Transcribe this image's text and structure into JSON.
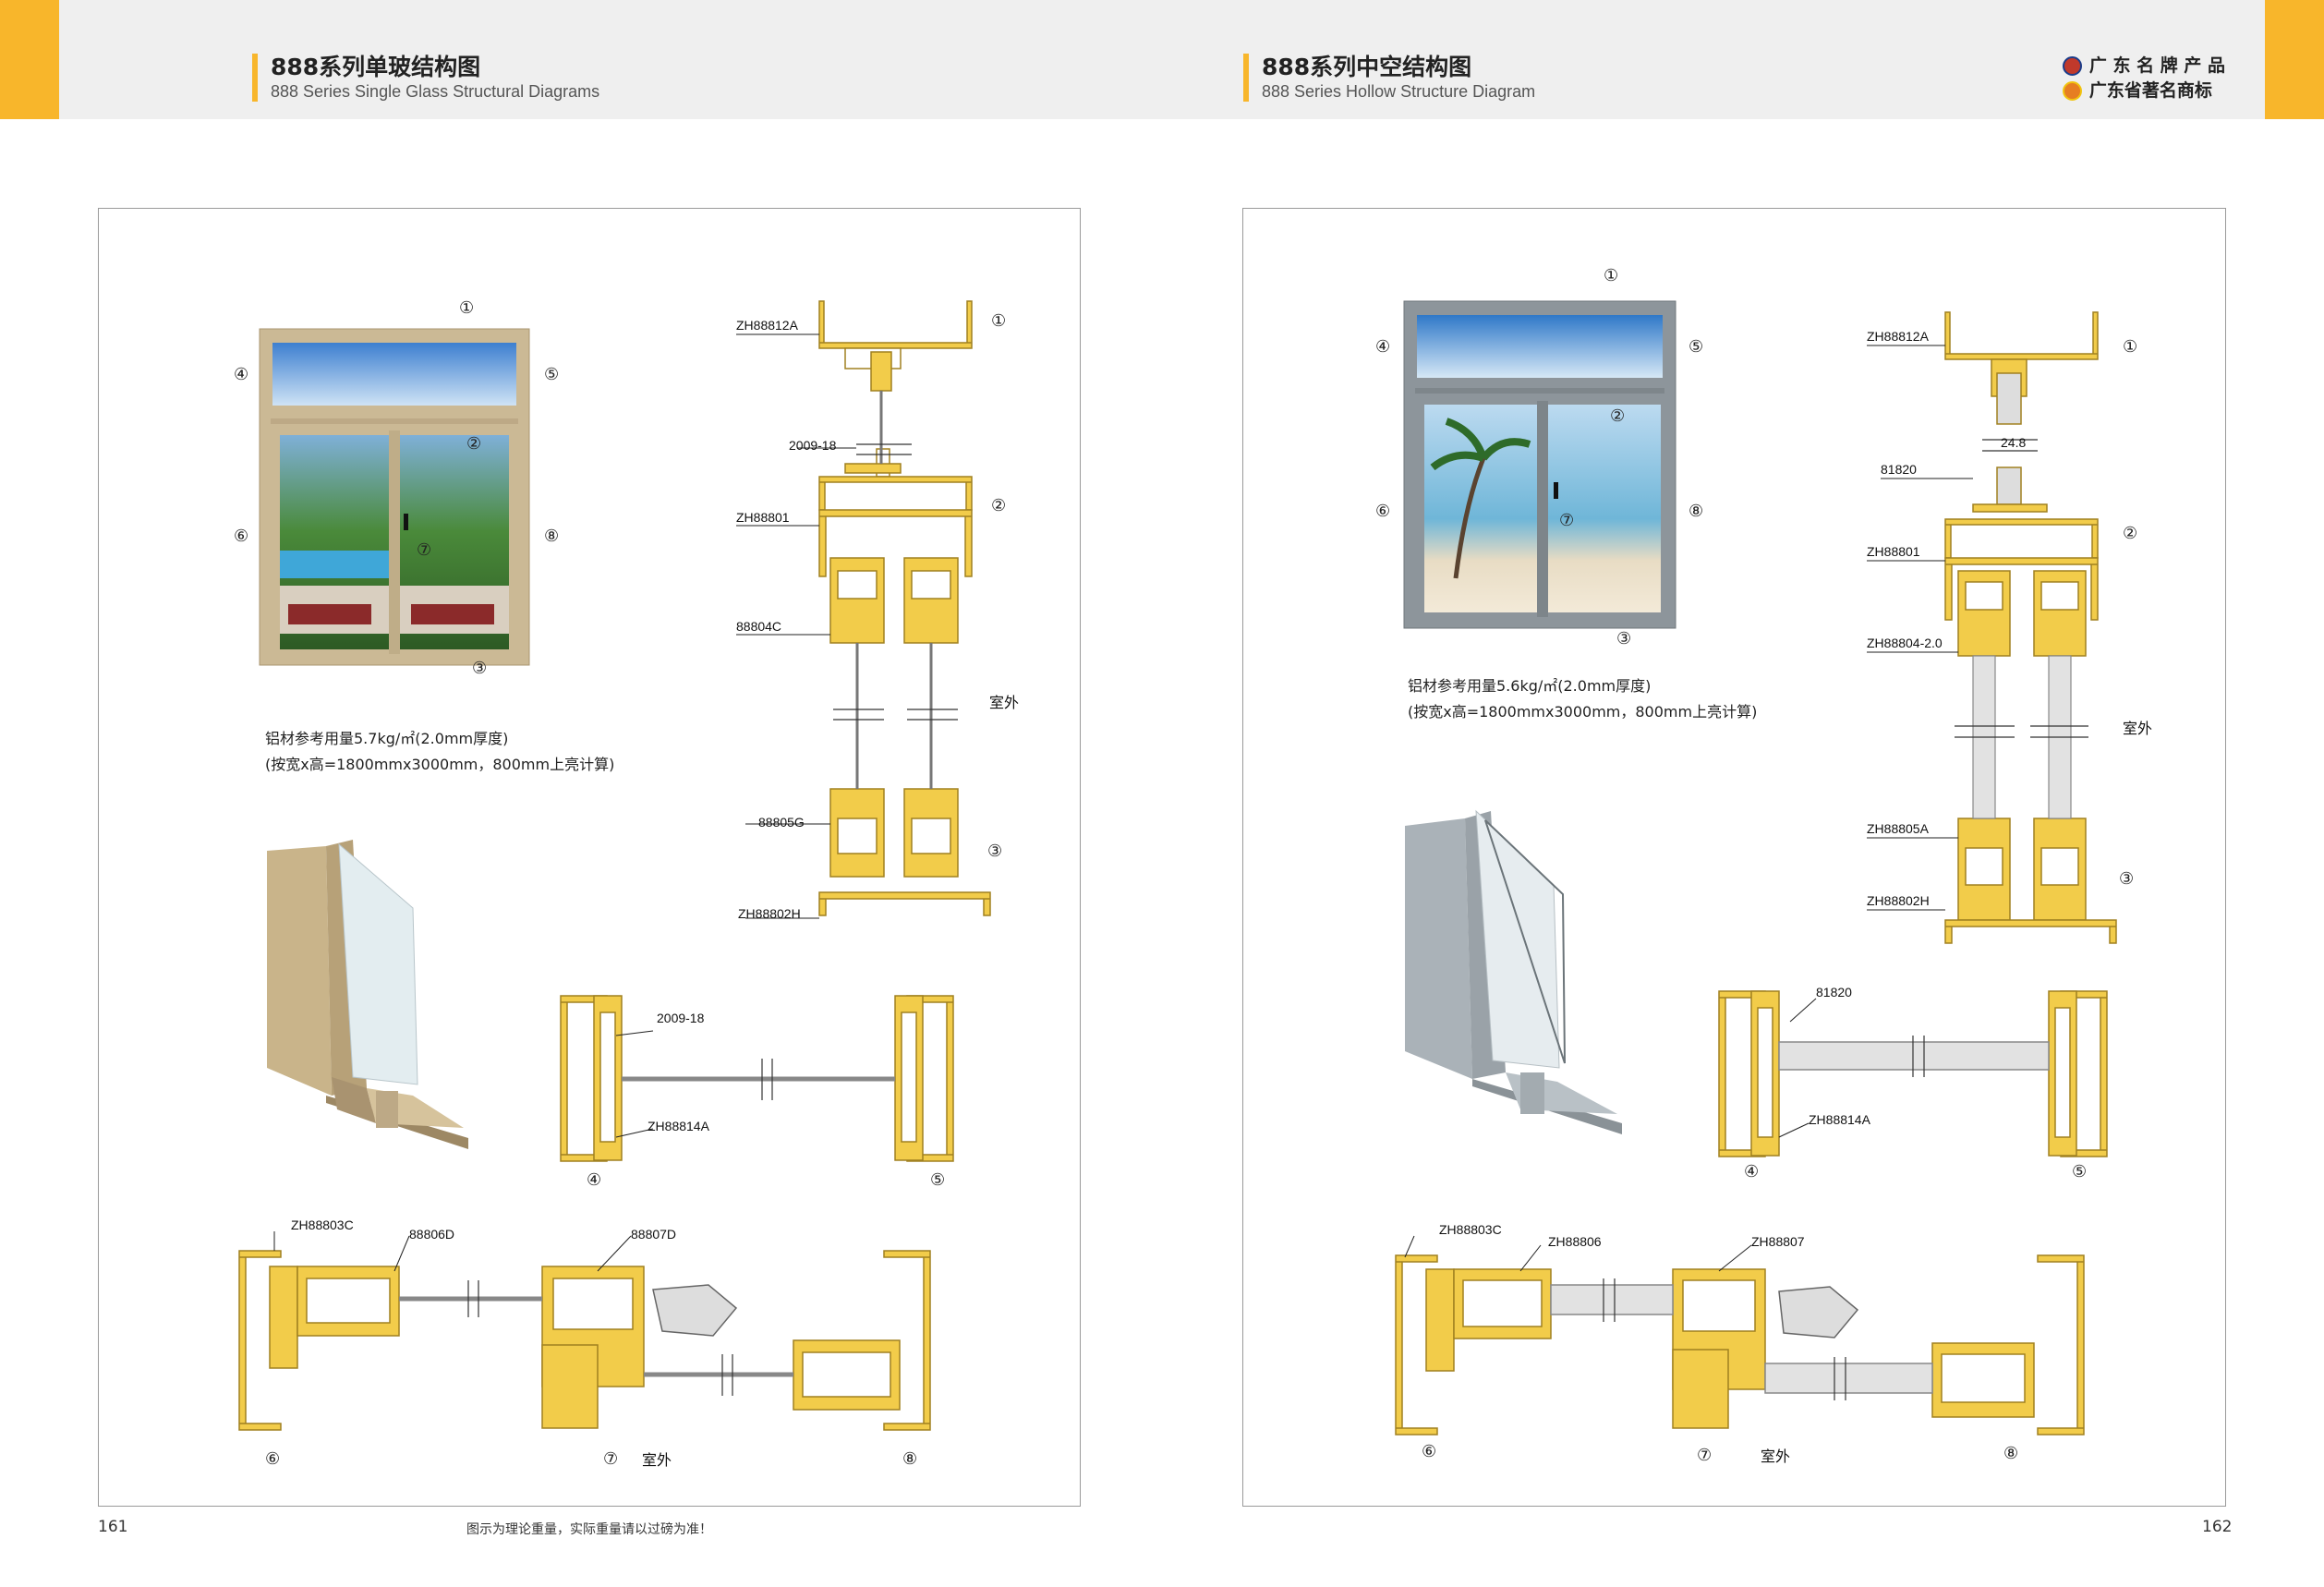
{
  "left": {
    "title_cn": "888系列单玻结构图",
    "title_en": "888 Series Single Glass Structural Diagrams",
    "note_line1": "铝材参考用量5.7kg/㎡(2.0mm厚度)",
    "note_line2": "(按宽x高=1800mmx3000mm，800mm上亮计算)",
    "labels": {
      "zh88812a": "ZH88812A",
      "p2009_18_a": "2009-18",
      "zh88801": "ZH88801",
      "p88804c": "88804C",
      "outdoor_a": "室外",
      "p88805g": "88805G",
      "zh88802h": "ZH88802H",
      "p2009_18_b": "2009-18",
      "zh88814a": "ZH88814A",
      "zh88803c": "ZH88803C",
      "p88806d": "88806D",
      "p88807d": "88807D",
      "outdoor_b": "室外"
    },
    "page_number": "161"
  },
  "right": {
    "title_cn": "888系列中空结构图",
    "title_en": "888 Series Hollow Structure Diagram",
    "note_line1": "铝材参考用量5.6kg/㎡(2.0mm厚度)",
    "note_line2": "(按宽x高=1800mmx3000mm，800mm上亮计算)",
    "labels": {
      "zh88812a": "ZH88812A",
      "dim_24_8": "24.8",
      "p81820_a": "81820",
      "zh88801": "ZH88801",
      "zh88804_2": "ZH88804-2.0",
      "outdoor_a": "室外",
      "zh88805a": "ZH88805A",
      "zh88802h": "ZH88802H",
      "p81820_b": "81820",
      "zh88814a": "ZH88814A",
      "zh88803c": "ZH88803C",
      "zh88806": "ZH88806",
      "zh88807": "ZH88807",
      "outdoor_b": "室外"
    },
    "page_number": "162"
  },
  "brand_line1": "广 东 名 牌 产 品",
  "brand_line2": "广东省著名商标",
  "footer_note": "图示为理论重量，实际重量请以过磅为准！",
  "circled": {
    "n1": "①",
    "n2": "②",
    "n3": "③",
    "n4": "④",
    "n5": "⑤",
    "n6": "⑥",
    "n7": "⑦",
    "n8": "⑧"
  },
  "colors": {
    "accent": "#f8b62b",
    "profile_gold": "#f2cc4a",
    "profile_stroke": "#a08020",
    "frame_champagne": "#cbb995",
    "frame_grey": "#8d959b"
  },
  "icons": {
    "brand_line1": "brand-seal-icon",
    "brand_line2": "trademark-icon"
  }
}
